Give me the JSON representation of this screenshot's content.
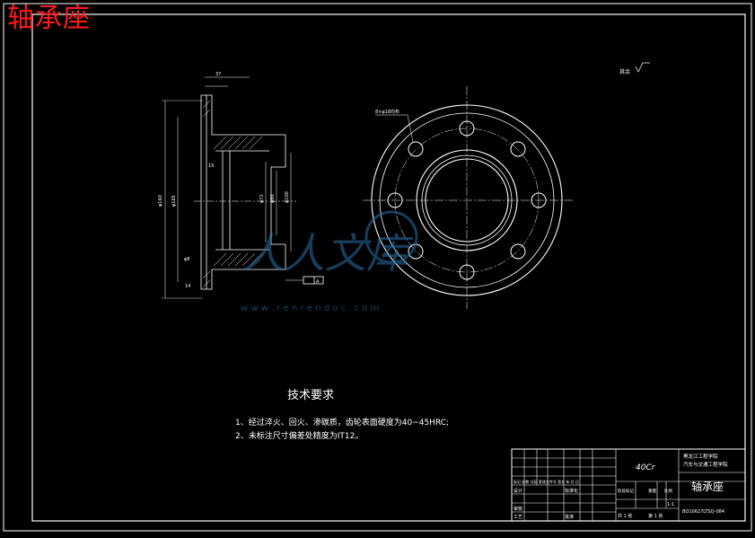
{
  "overlay_title": "轴承座",
  "roughness_note": "其余",
  "hole_callout": "8×φ18均布",
  "datum_label": "A",
  "watermark": {
    "logo_text": "人人文库",
    "url": "w w w . r e n r e n d o c . c o m"
  },
  "dims": {
    "top": "37",
    "d1": "φ160",
    "d2": "φ165",
    "d3": "φ72",
    "d4": "φ80",
    "d5": "φ100",
    "d6": "φ8",
    "l1": "15",
    "l2": "14"
  },
  "tech": {
    "heading": "技术要求",
    "line1": "1、经过淬火、回火、渗碳质，齿轮表面硬度为40~45HRC;",
    "line2": "2、未标注尺寸偏差处精度为IT12。"
  },
  "titleblock": {
    "school_line1": "黑龙江工程学院",
    "school_line2": "汽车与交通工程学院",
    "material": "40Cr",
    "part_name": "轴承座",
    "drawing_no": "BQ10627LTSQ-084",
    "scale": "1:1",
    "header_row": "标记 处数 分区 更改文件号 签名 年.月.日",
    "design": "设计",
    "standardize": "标准化",
    "review": "审核",
    "craft": "工艺",
    "approve": "批准",
    "stage_mark": "阶段标记",
    "weight": "重量",
    "ratio": "比例",
    "sheets_total": "共 1 张",
    "sheet_no": "第 1 张"
  }
}
